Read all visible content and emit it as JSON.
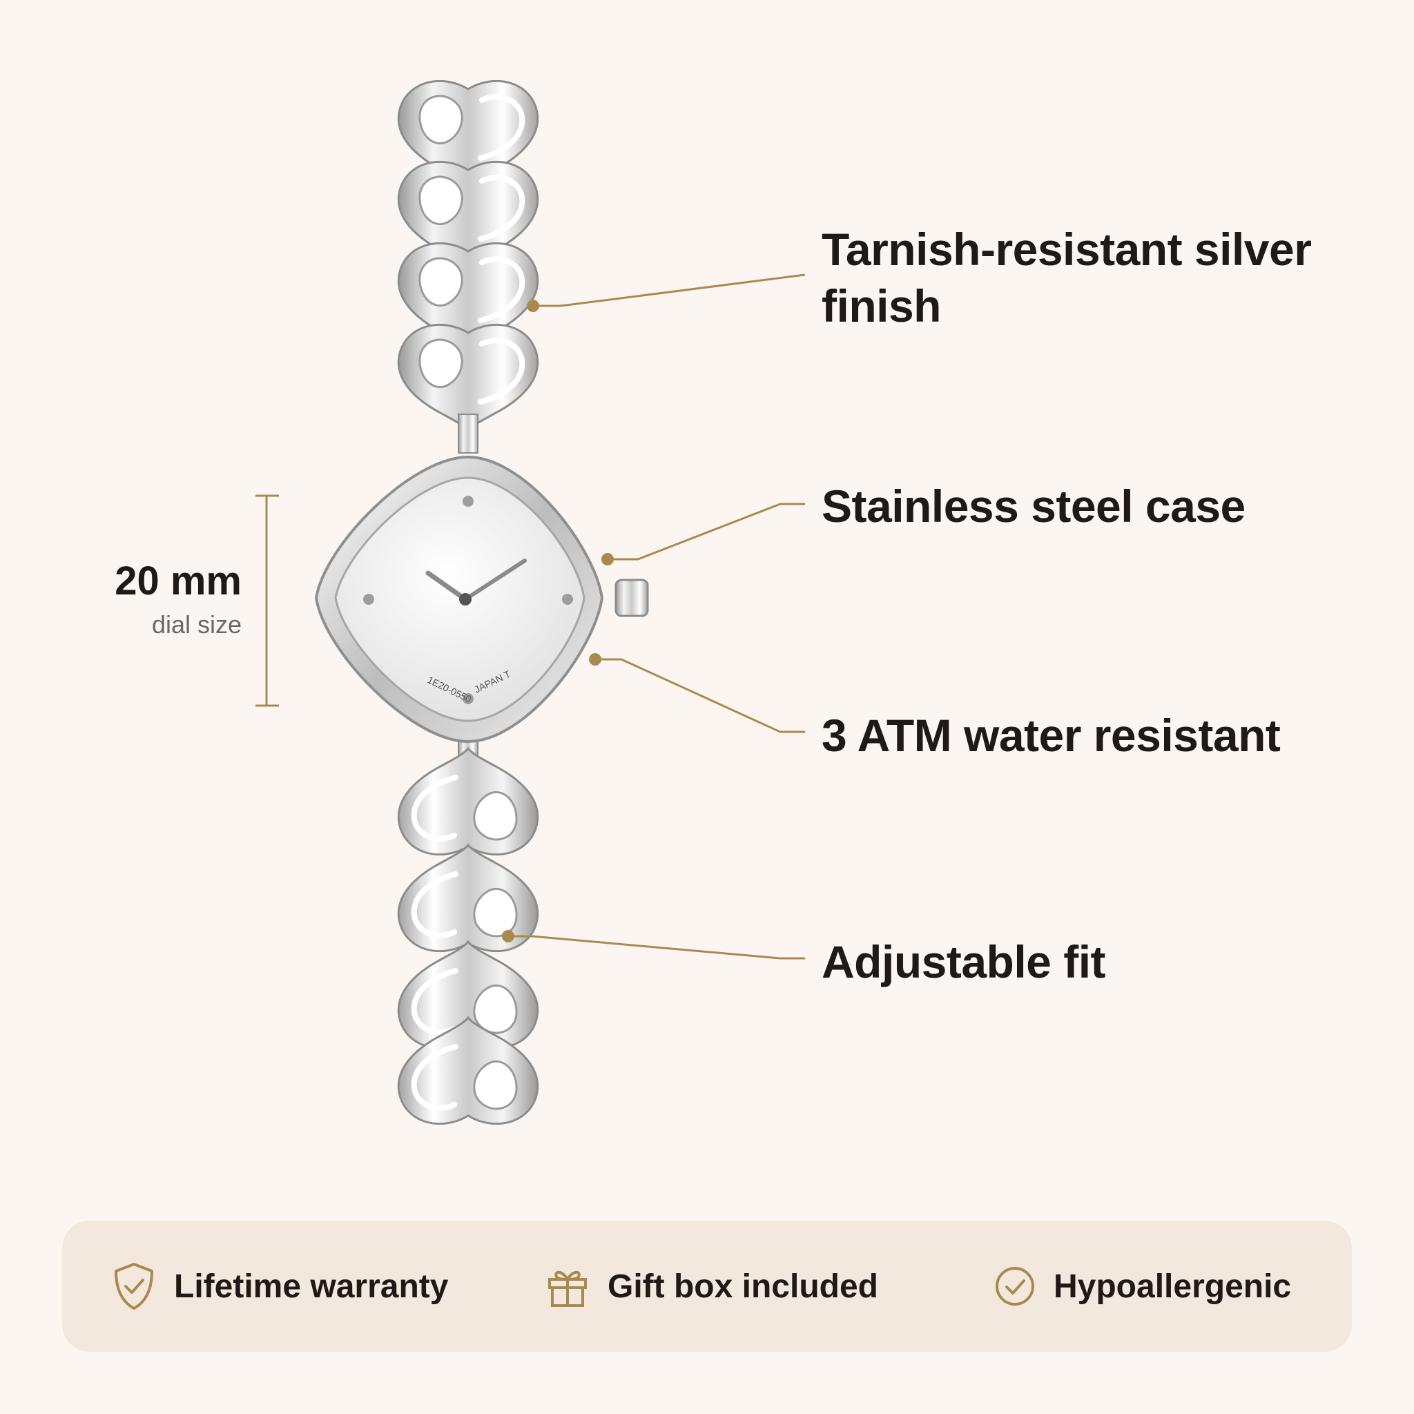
{
  "colors": {
    "background": "#fbf6f1",
    "accent": "#a98a4e",
    "text": "#1f1a17",
    "muted": "#6f6660",
    "bar": "#f3e8dd",
    "steel": "#d8d8d8"
  },
  "dimension": {
    "value": "20 mm",
    "caption": "dial size"
  },
  "dial": {
    "movement_text": "1E20-0550",
    "origin_text": "JAPAN T"
  },
  "features": [
    {
      "label": "Tarnish-resistant silver finish"
    },
    {
      "label": "Stainless steel case"
    },
    {
      "label": "3 ATM water resistant"
    },
    {
      "label": "Adjustable fit"
    }
  ],
  "badges": [
    {
      "icon": "shield-check-icon",
      "label": "Lifetime warranty"
    },
    {
      "icon": "gift-box-icon",
      "label": "Gift box included"
    },
    {
      "icon": "check-circle-icon",
      "label": "Hypoallergenic"
    }
  ]
}
